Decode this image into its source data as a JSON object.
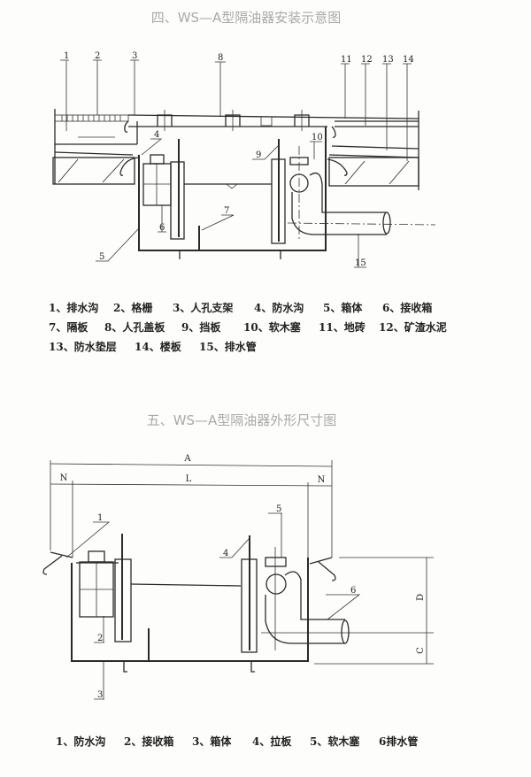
{
  "figure1": {
    "title": "四、WS—A型隔油器安装示意图",
    "callouts": [
      "1",
      "2",
      "3",
      "4",
      "5",
      "6",
      "7",
      "8",
      "9",
      "10",
      "11",
      "12",
      "13",
      "14",
      "15"
    ],
    "legend": [
      "1、排水沟",
      "2、格栅",
      "3、人孔支架",
      "4、防水沟",
      "5、箱体",
      "6、接收箱",
      "7、隔板",
      "8、人孔盖板",
      "9、挡板",
      "10、软木塞",
      "11、地砖",
      "12、矿渣水泥",
      "13、防水垫层",
      "14、楼板",
      "15、排水管"
    ]
  },
  "figure2": {
    "title": "五、WS—A型隔油器外形尺寸图",
    "dimensions": {
      "A": "A",
      "N": "N",
      "L": "L",
      "D": "D",
      "C": "C"
    },
    "callouts": [
      "1",
      "2",
      "3",
      "4",
      "5",
      "6"
    ],
    "legend": [
      "1、防水沟",
      "2、接收箱",
      "3、箱体",
      "4、拉板",
      "5、软木塞",
      "6排水管"
    ]
  }
}
